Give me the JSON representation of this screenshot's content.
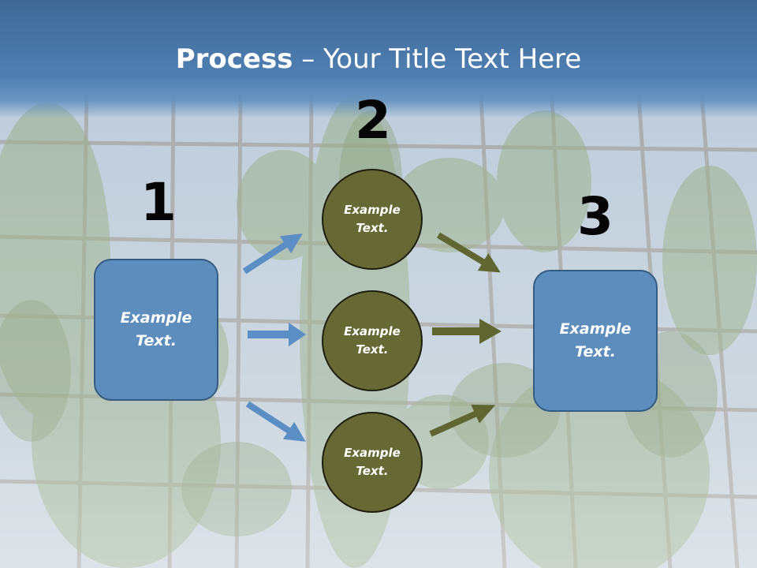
{
  "slide": {
    "title_bold": "Process",
    "title_rest": " – Your Title Text Here"
  },
  "steps": [
    {
      "number": "1"
    },
    {
      "number": "2"
    },
    {
      "number": "3"
    }
  ],
  "left_box": {
    "line1": "Example",
    "line2": "Text."
  },
  "right_box": {
    "line1": "Example",
    "line2": "Text."
  },
  "circles": [
    {
      "line1": "Example",
      "line2": "Text."
    },
    {
      "line1": "Example",
      "line2": "Text."
    },
    {
      "line1": "Example",
      "line2": "Text."
    }
  ],
  "colors": {
    "header_blue": "#4f7fb2",
    "box_blue": "#5d8dbd",
    "circle_olive": "#676934",
    "arrow_blue": "#5b8ec4",
    "arrow_olive": "#5f6632"
  }
}
